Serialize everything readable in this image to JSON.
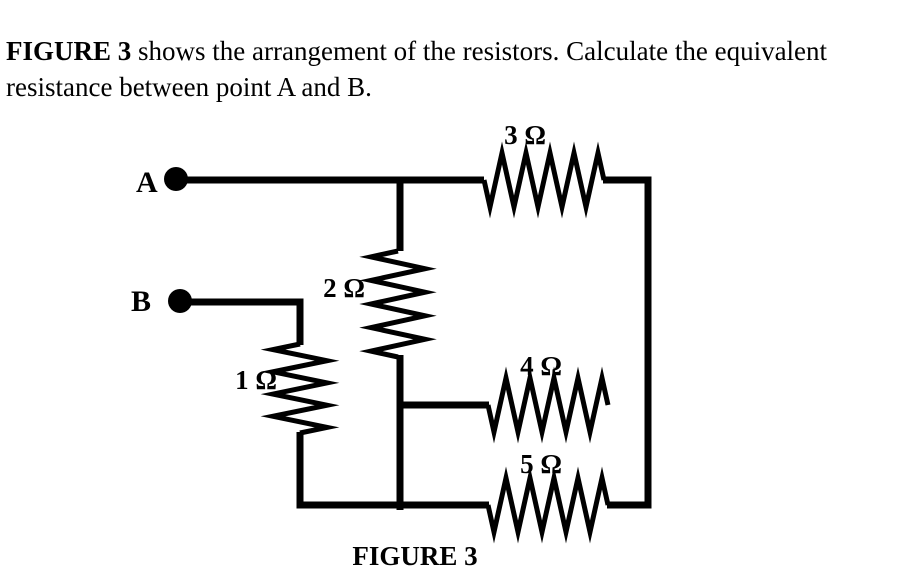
{
  "problem": {
    "bold_lead": "FIGURE 3",
    "text": " shows the arrangement of the resistors. Calculate the equivalent resistance between point A and B."
  },
  "circuit": {
    "terminal_a": "A",
    "terminal_b": "B",
    "resistors": [
      {
        "id": "R3",
        "label": "3 Ω",
        "position": "top-right-horizontal"
      },
      {
        "id": "R2",
        "label": "2 Ω",
        "position": "middle-vertical"
      },
      {
        "id": "R1",
        "label": "1 Ω",
        "position": "left-vertical"
      },
      {
        "id": "R4",
        "label": "4 Ω",
        "position": "right-middle-horizontal"
      },
      {
        "id": "R5",
        "label": "5 Ω",
        "position": "bottom-right-horizontal"
      }
    ],
    "caption": "FIGURE 3"
  },
  "colors": {
    "ink": "#000000",
    "background": "#ffffff"
  }
}
